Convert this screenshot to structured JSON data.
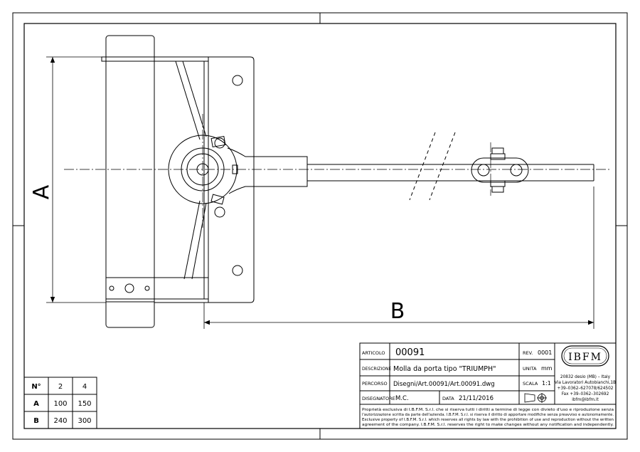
{
  "dimensions": {
    "a_label": "A",
    "b_label": "B"
  },
  "size_table": {
    "headers": [
      "N°",
      "2",
      "4"
    ],
    "rows": [
      {
        "label": "A",
        "values": [
          "100",
          "150"
        ]
      },
      {
        "label": "B",
        "values": [
          "240",
          "300"
        ]
      }
    ]
  },
  "title_block": {
    "articolo_label": "ARTICOLO",
    "articolo_value": "00091",
    "rev_label": "REV.",
    "rev_value": "0001",
    "descrizione_label": "DESCRIZIONE",
    "descrizione_value": "Molla da porta tipo \"TRIUMPH\"",
    "unita_label": "UNITA",
    "unita_value": "mm",
    "percorso_label": "PERCORSO",
    "percorso_value": "Disegni/Art.00091/Art.00091.dwg",
    "scala_label": "SCALA",
    "scala_value": "1:1",
    "disegnatore_label": "DISEGNATORE",
    "disegnatore_value": "M.C.",
    "data_label": "DATA",
    "data_value": "21/11/2016",
    "logo_text": "IBFM",
    "company_address": [
      "20832 desio (MB) – Italy",
      "Via Lavoratori Autobianchi,1B",
      "+39–0362–627078/624502",
      "Fax +39–0362–302692",
      "ibfm@ibfm.it"
    ],
    "disclaimer": [
      "Proprietà esclusiva di I.B.F.M. S.r.l. che si riserva tutti i diritti a termine di legge con divieto d'uso e riproduzione senza",
      "l'autorizzazione scritta da parte dell'azienda. I.B.F.M. S.r.l. si riserva il diritto di apportare modifiche senza preavviso e autonomamente.",
      "Exclusive property of I.B.F.M. S.r.l. which reserves all rights by law with the prohibition of use and reproduction without the written",
      "agreement of the company. I.B.F.M. S.r.l. reserves the right to make changes without any notification and independently."
    ]
  },
  "colors": {
    "line": "#000000",
    "paper": "#ffffff"
  }
}
